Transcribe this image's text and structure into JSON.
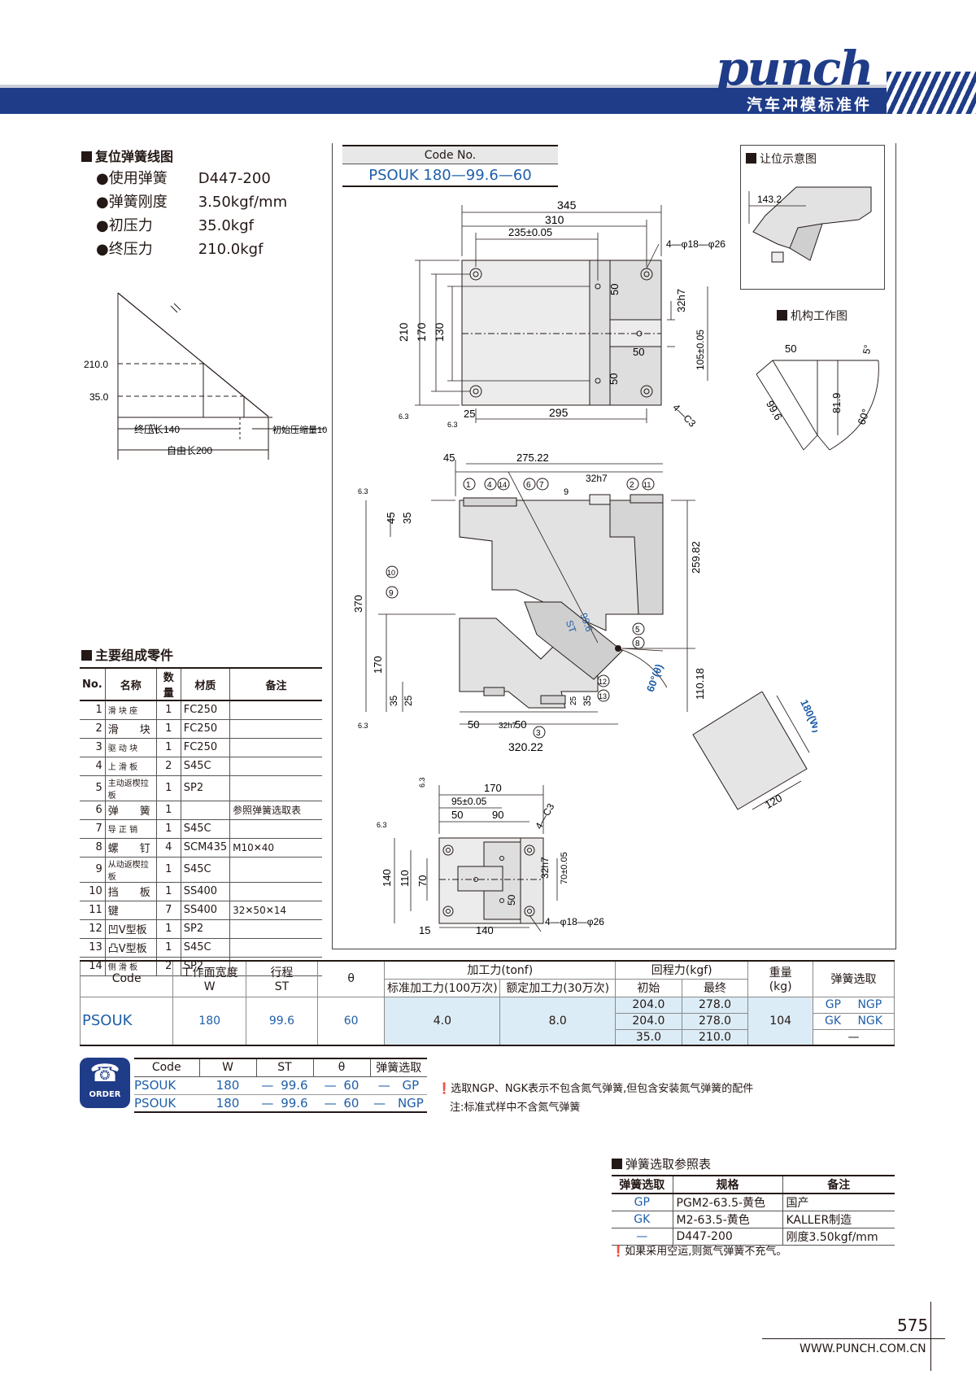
{
  "header": {
    "logo": "punch",
    "subtitle": "汽车冲模标准件"
  },
  "spring_chart": {
    "title": "复位弹簧线图",
    "specs": [
      {
        "label": "使用弹簧",
        "value": "D447-200"
      },
      {
        "label": "弹簧刚度",
        "value": "3.50kgf/mm"
      },
      {
        "label": "初压力",
        "value": "35.0kgf"
      },
      {
        "label": "终压力",
        "value": "210.0kgf"
      }
    ],
    "y_ticks": [
      "210.0",
      "35.0"
    ],
    "label_final": "终压长140",
    "label_initial": "初始压缩量10",
    "label_free": "自由长200"
  },
  "parts": {
    "title": "主要组成零件",
    "headers": [
      "No.",
      "名称",
      "数量",
      "材质",
      "备注"
    ],
    "rows": [
      [
        "1",
        "滑 块 座",
        "1",
        "FC250",
        ""
      ],
      [
        "2",
        "滑　　块",
        "1",
        "FC250",
        ""
      ],
      [
        "3",
        "驱 动 块",
        "1",
        "FC250",
        ""
      ],
      [
        "4",
        "上 滑 板",
        "2",
        "S45C",
        ""
      ],
      [
        "5",
        "主动返楔拉板",
        "1",
        "SP2",
        ""
      ],
      [
        "6",
        "弹　　簧",
        "1",
        "",
        "参照弹簧选取表"
      ],
      [
        "7",
        "导 正 销",
        "1",
        "S45C",
        ""
      ],
      [
        "8",
        "螺　　钉",
        "4",
        "SCM435",
        "M10✕40"
      ],
      [
        "9",
        "从动返楔拉板",
        "1",
        "S45C",
        ""
      ],
      [
        "10",
        "挡　　板",
        "1",
        "SS400",
        ""
      ],
      [
        "11",
        "键",
        "7",
        "SS400",
        "32✕50✕14"
      ],
      [
        "12",
        "凹V型板",
        "1",
        "SP2",
        ""
      ],
      [
        "13",
        "凸V型板",
        "1",
        "S45C",
        ""
      ],
      [
        "14",
        "侧 滑 板",
        "2",
        "SP2",
        ""
      ]
    ]
  },
  "code_box": {
    "header": "Code No.",
    "value": "PSOUK 180—99.6—60"
  },
  "drawing": {
    "top_view": {
      "dims": [
        "345",
        "310",
        "235±0.05",
        "4—φ18—φ26",
        "50",
        "32h7",
        "50",
        "50",
        "105±0.05",
        "210",
        "170",
        "130",
        "25",
        "295",
        "4—C3",
        "6.3",
        "6.3"
      ]
    },
    "front_view": {
      "dims": [
        "45",
        "275.22",
        "32h7",
        "9",
        "6.3",
        "45",
        "35",
        "259.82",
        "370",
        "170",
        "110.18",
        "35",
        "25",
        "25",
        "35",
        "50",
        "32h7",
        "50",
        "320.22",
        "6.3",
        "99.6",
        "ST",
        "60°(θ)"
      ],
      "balloons": [
        "1",
        "4",
        "14",
        "6",
        "7",
        "2",
        "11",
        "10",
        "9",
        "5",
        "8",
        "12",
        "13",
        "3"
      ]
    },
    "side_view": {
      "dims": [
        "180(W)",
        "120"
      ]
    },
    "bottom_view": {
      "dims": [
        "170",
        "95±0.05",
        "50",
        "90",
        "4—C3",
        "6.3",
        "6.3",
        "140",
        "110",
        "70",
        "32h7",
        "70±0.05",
        "50",
        "15",
        "140",
        "4—φ18—φ26"
      ]
    },
    "clearance": {
      "title": "让位示意图",
      "dim": "143.2"
    },
    "mechanism": {
      "title": "机构工作图",
      "dims": [
        "50",
        "5°",
        "99.6",
        "81.9",
        "60°"
      ]
    }
  },
  "spec_table": {
    "headers": {
      "code": "Code",
      "width": "工作面宽度",
      "width_sub": "W",
      "stroke": "行程",
      "stroke_sub": "ST",
      "theta": "θ",
      "force": "加工力(tonf)",
      "force_std": "标准加工力(100万次)",
      "force_rated": "额定加工力(30万次)",
      "return": "回程力(kgf)",
      "return_init": "初始",
      "return_final": "最终",
      "weight": "重量",
      "weight_sub": "(kg)",
      "spring": "弹簧选取"
    },
    "row": {
      "code": "PSOUK",
      "width": "180",
      "stroke": "99.6",
      "theta": "60",
      "force_std": "4.0",
      "force_rated": "8.0",
      "return_rows": [
        [
          "204.0",
          "278.0"
        ],
        [
          "204.0",
          "278.0"
        ],
        [
          "35.0",
          "210.0"
        ]
      ],
      "weight": "104",
      "spring_rows": [
        [
          "GP",
          "NGP"
        ],
        [
          "GK",
          "NGK"
        ],
        [
          "—",
          ""
        ]
      ]
    }
  },
  "order": {
    "badge": "ORDER",
    "headers": [
      "Code",
      "W",
      "ST",
      "θ",
      "弹簧选取"
    ],
    "rows": [
      [
        "PSOUK",
        "180",
        "—",
        "99.6",
        "—",
        "60",
        "—",
        "GP"
      ],
      [
        "PSOUK",
        "180",
        "—",
        "99.6",
        "—",
        "60",
        "—",
        "NGP"
      ]
    ],
    "notes": [
      "选取NGP、NGK表示不包含氮气弹簧,但包含安装氮气弹簧的配件",
      "注:标准式样中不含氮气弹簧"
    ]
  },
  "spring_ref": {
    "title": "弹簧选取参照表",
    "headers": [
      "弹簧选取",
      "规格",
      "备注"
    ],
    "rows": [
      [
        "GP",
        "PGM2-63.5-黄色",
        "国产"
      ],
      [
        "GK",
        "M2-63.5-黄色",
        "KALLER制造"
      ],
      [
        "—",
        "D447-200",
        "刚度3.50kgf/mm"
      ]
    ],
    "note": "如果采用空运,则氮气弹簧不充气。"
  },
  "footer": {
    "page": "575",
    "url": "WWW.PUNCH.COM.CN"
  },
  "colors": {
    "brand": "#1f3c88",
    "link_blue": "#1f5fa8",
    "highlight": "#dcecf6",
    "alert": "#d6105f"
  }
}
